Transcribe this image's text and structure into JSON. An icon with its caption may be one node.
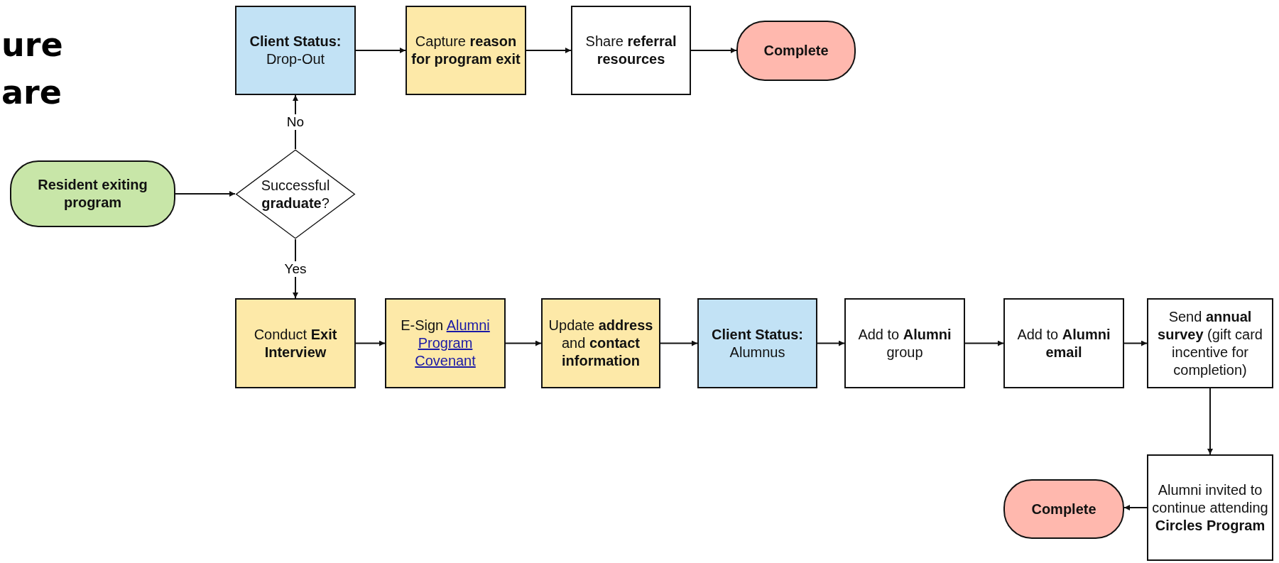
{
  "diagram": {
    "nodes": [
      {
        "text": [
          "Resident exiting program"
        ]
      },
      {
        "text": [
          "Successful **graduate**?"
        ]
      },
      {
        "text": [
          "Client Status:",
          "Drop-Out"
        ]
      },
      {
        "text": [
          "Capture **reason for program exit**"
        ]
      },
      {
        "text": [
          "Share **referral resources**"
        ]
      },
      {
        "text": [
          "Complete"
        ]
      },
      {
        "text": [
          "Conduct **Exit Interview**"
        ]
      },
      {
        "text": [
          "E-Sign",
          "Alumni Program Covenant"
        ]
      },
      {
        "text": [
          "Update **address** and **contact information**"
        ]
      },
      {
        "text": [
          "Client Status:",
          "Alumnus"
        ]
      },
      {
        "text": [
          "Add to **Alumni** group"
        ]
      },
      {
        "text": [
          "Add to **Alumni email**"
        ]
      },
      {
        "text": [
          "Send **annual survey** (gift card incentive for completion)"
        ]
      },
      {
        "text": [
          "Alumni invited to continue attending **Circles Program**"
        ]
      },
      {
        "text": [
          "Complete"
        ]
      }
    ],
    "edges": [
      {
        "from": 0,
        "to": 1,
        "arrow": "to"
      },
      {
        "from": 1,
        "to": 2,
        "arrow": "to",
        "label": "No"
      },
      {
        "from": 2,
        "to": 3,
        "arrow": "to"
      },
      {
        "from": 3,
        "to": 4,
        "arrow": "to"
      },
      {
        "from": 4,
        "to": 5,
        "arrow": "to"
      },
      {
        "from": 1,
        "to": 6,
        "arrow": "to",
        "label": "Yes"
      },
      {
        "from": 6,
        "to": 7,
        "arrow": "to"
      },
      {
        "from": 7,
        "to": 8,
        "arrow": "to"
      },
      {
        "from": 8,
        "to": 9,
        "arrow": "to"
      },
      {
        "from": 9,
        "to": 10,
        "arrow": "to"
      },
      {
        "from": 10,
        "to": 11,
        "arrow": "to"
      },
      {
        "from": 11,
        "to": 12,
        "arrow": "to"
      },
      {
        "from": 12,
        "to": 13,
        "arrow": "to"
      },
      {
        "from": 13,
        "to": 14,
        "arrow": "to"
      }
    ],
    "labels": [
      "ure",
      "are"
    ]
  }
}
